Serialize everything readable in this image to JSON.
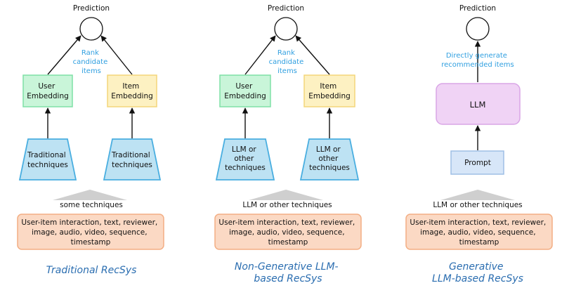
{
  "panels": [
    {
      "prediction_label": "Prediction",
      "rank_label": [
        "Rank",
        "candidate",
        "items"
      ],
      "user_embedding": [
        "User",
        "Embedding"
      ],
      "item_embedding": [
        "Item",
        "Embedding"
      ],
      "left_technique": [
        "Traditional",
        "techniques"
      ],
      "right_technique": [
        "Traditional",
        "techniques"
      ],
      "arrow_label": "some techniques",
      "input_text": [
        "User-item interaction, text, reviewer,",
        "image, audio, video, sequence,",
        "timestamp"
      ],
      "caption": [
        "Traditional RecSys"
      ]
    },
    {
      "prediction_label": "Prediction",
      "rank_label": [
        "Rank",
        "candidate",
        "items"
      ],
      "user_embedding": [
        "User",
        "Embedding"
      ],
      "item_embedding": [
        "Item",
        "Embedding"
      ],
      "left_technique": [
        "LLM or",
        "other",
        "techniques"
      ],
      "right_technique": [
        "LLM or",
        "other",
        "techniques"
      ],
      "arrow_label": "LLM or other techniques",
      "input_text": [
        "User-item interaction, text, reviewer,",
        "image, audio, video, sequence,",
        "timestamp"
      ],
      "caption": [
        "Non-Generative LLM-",
        "based RecSys"
      ]
    },
    {
      "prediction_label": "Prediction",
      "generate_label": [
        "Directly generate",
        "recommended items"
      ],
      "llm_label": "LLM",
      "prompt_label": "Prompt",
      "arrow_label": "LLM or other techniques",
      "input_text": [
        "User-item interaction, text, reviewer,",
        "image, audio, video, sequence,",
        "timestamp"
      ],
      "caption": [
        "Generative",
        "LLM-based RecSys"
      ]
    }
  ],
  "colors": {
    "embedding_user_fill": "#c9f5d9",
    "embedding_user_stroke": "#7fe0a6",
    "embedding_item_fill": "#fdf1c2",
    "embedding_item_stroke": "#f3d57a",
    "technique_fill": "#bde2f3",
    "technique_stroke": "#49aee0",
    "input_fill": "#fbd9c4",
    "input_stroke": "#f3ae84",
    "llm_fill": "#f0d3f5",
    "llm_stroke": "#d9a6e6",
    "prompt_fill": "#d7e6f8",
    "prompt_stroke": "#9fbfe6",
    "wide_arrow": "#cfcfcf",
    "annotation": "#2f9fe0",
    "caption": "#2a6db0"
  }
}
